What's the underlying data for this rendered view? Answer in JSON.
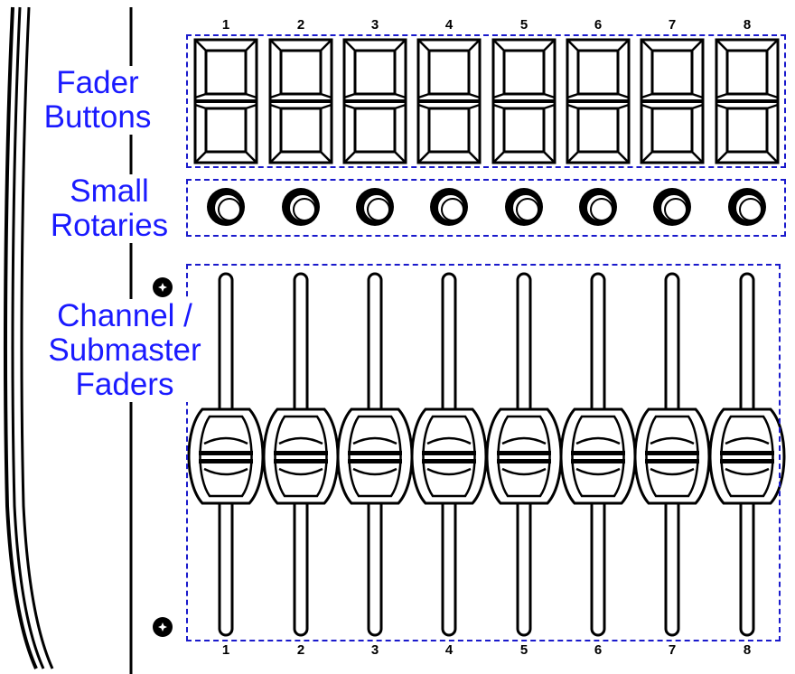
{
  "labels": {
    "fader_buttons": [
      "Fader",
      "Buttons"
    ],
    "small_rotaries": [
      "Small",
      "Rotaries"
    ],
    "channel_faders": [
      "Channel /",
      "Submaster",
      "Faders"
    ]
  },
  "channels": [
    "1",
    "2",
    "3",
    "4",
    "5",
    "6",
    "7",
    "8"
  ],
  "colors": {
    "label": "#1a1aff",
    "dashed_outline": "#1a1acc",
    "line_art": "#000000"
  }
}
